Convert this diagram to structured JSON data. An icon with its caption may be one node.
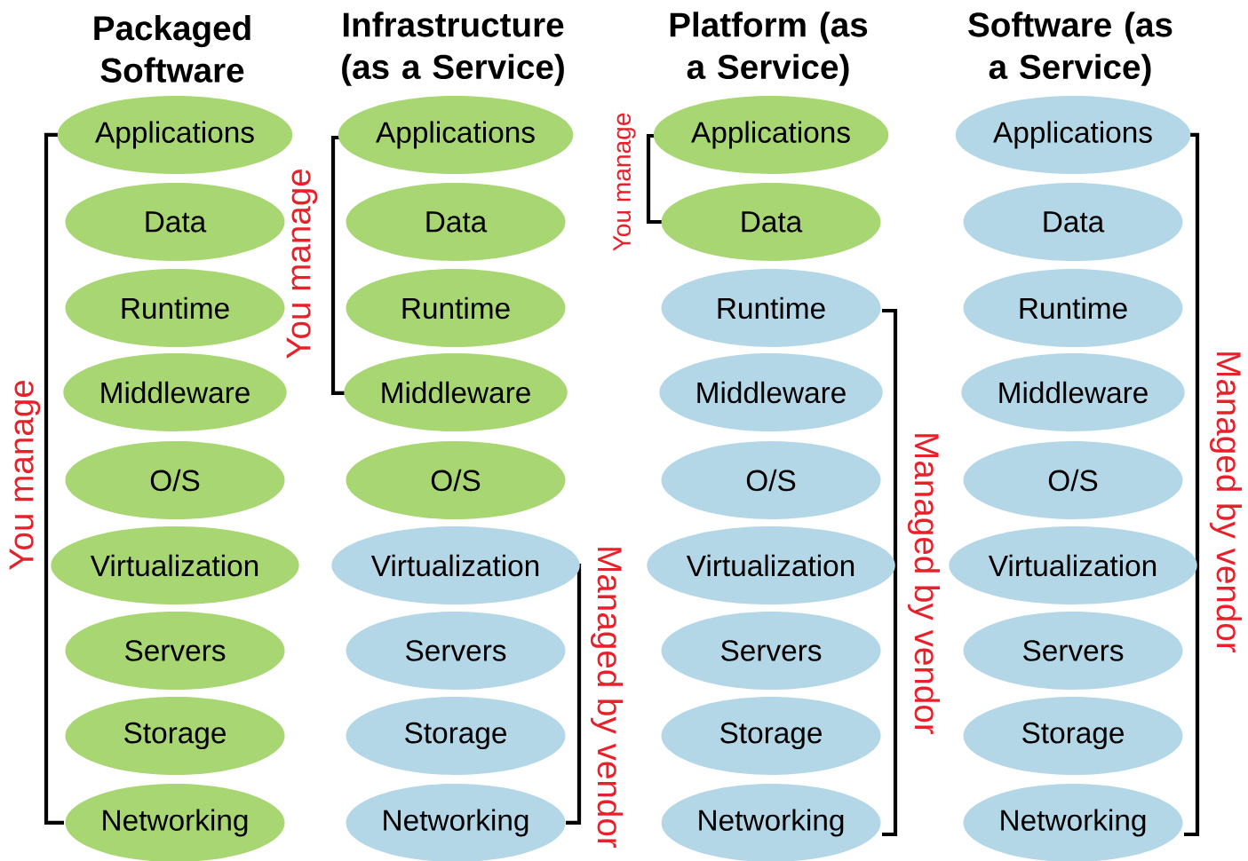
{
  "diagram": {
    "nodes": [
      {
        "text": [
          "Applications"
        ]
      },
      {
        "text": [
          "Data"
        ]
      },
      {
        "text": [
          "Runtime"
        ]
      },
      {
        "text": [
          "Middleware"
        ]
      },
      {
        "text": [
          "O/S"
        ]
      },
      {
        "text": [
          "Virtualization"
        ]
      },
      {
        "text": [
          "Servers"
        ]
      },
      {
        "text": [
          "Storage"
        ]
      },
      {
        "text": [
          "Networking"
        ]
      },
      {
        "text": [
          "Applications"
        ]
      },
      {
        "text": [
          "Data"
        ]
      },
      {
        "text": [
          "Runtime"
        ]
      },
      {
        "text": [
          "Middleware"
        ]
      },
      {
        "text": [
          "O/S"
        ]
      },
      {
        "text": [
          "Virtualization"
        ]
      },
      {
        "text": [
          "Servers"
        ]
      },
      {
        "text": [
          "Storage"
        ]
      },
      {
        "text": [
          "Networking"
        ]
      },
      {
        "text": [
          "Applications"
        ]
      },
      {
        "text": [
          "Data"
        ]
      },
      {
        "text": [
          "Runtime"
        ]
      },
      {
        "text": [
          "Middleware"
        ]
      },
      {
        "text": [
          "O/S"
        ]
      },
      {
        "text": [
          "Virtualization"
        ]
      },
      {
        "text": [
          "Servers"
        ]
      },
      {
        "text": [
          "Storage"
        ]
      },
      {
        "text": [
          "Networking"
        ]
      },
      {
        "text": [
          "Applications"
        ]
      },
      {
        "text": [
          "Data"
        ]
      },
      {
        "text": [
          "Runtime"
        ]
      },
      {
        "text": [
          "Middleware"
        ]
      },
      {
        "text": [
          "O/S"
        ]
      },
      {
        "text": [
          "Virtualization"
        ]
      },
      {
        "text": [
          "Servers"
        ]
      },
      {
        "text": [
          "Storage"
        ]
      },
      {
        "text": [
          "Networking"
        ]
      }
    ],
    "labels": [
      "Packaged Software",
      "Infrastructure (as a Service)",
      "Platform (as a Service)",
      "Software (as a Service)",
      "You manage",
      "You manage",
      "Managed by vendor",
      "You manage",
      "Managed by vendor",
      "Managed by vendor"
    ]
  }
}
